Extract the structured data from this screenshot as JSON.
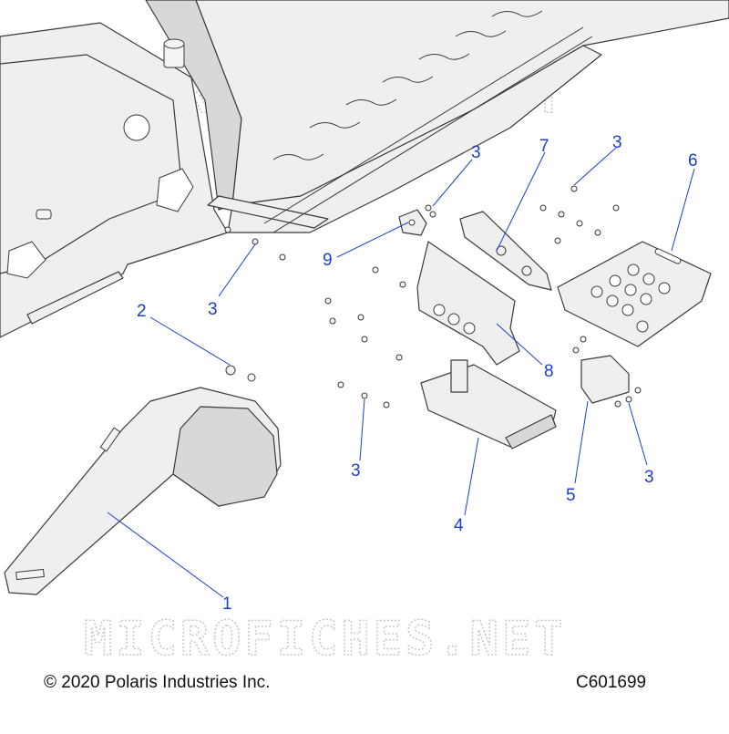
{
  "diagram": {
    "callouts": [
      "1",
      "2",
      "3",
      "3",
      "3",
      "3",
      "3",
      "4",
      "5",
      "6",
      "7",
      "8",
      "9"
    ],
    "watermark": "MICROFICHES.NET",
    "copyright": "© 2020 Polaris Industries Inc.",
    "drawing_id": "C601699",
    "colors": {
      "callout": "#1a3fd0",
      "line": "#3a3a3a",
      "watermark": "#c9c9c9"
    }
  }
}
